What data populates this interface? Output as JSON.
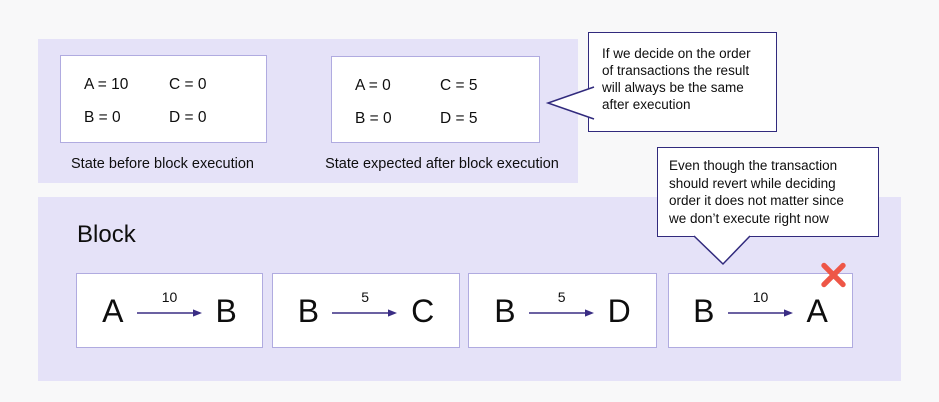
{
  "colors": {
    "page_background": "#f8f8f9",
    "panel_background": "#e5e2f8",
    "box_border": "#b0abe0",
    "callout_border": "#312a7d",
    "arrow": "#3a2d84",
    "reject_x": "#ee5647",
    "text": "#0e0e0e"
  },
  "top_panel": {
    "states": [
      {
        "caption": "State before block execution",
        "values": [
          "A = 10",
          "C = 0",
          "B = 0",
          "D = 0"
        ]
      },
      {
        "caption": "State expected after block execution",
        "values": [
          "A = 0",
          "C = 5",
          "B = 0",
          "D = 5"
        ]
      }
    ]
  },
  "callouts": [
    {
      "text": "If we decide on the order of transactions the result will always be the same after execution",
      "lines": [
        "If we decide on the order",
        "of transactions the result",
        "will always be the same",
        "after execution"
      ]
    },
    {
      "text": "Even though the transaction should revert while deciding order it does not matter since we don’t execute right now",
      "lines": [
        "Even though the transaction",
        "should revert while deciding",
        "order it does not matter since",
        "we don’t execute right now"
      ]
    }
  ],
  "block": {
    "title": "Block",
    "transactions": [
      {
        "from": "A",
        "amount": "10",
        "to": "B",
        "rejected": false
      },
      {
        "from": "B",
        "amount": "5",
        "to": "C",
        "rejected": false
      },
      {
        "from": "B",
        "amount": "5",
        "to": "D",
        "rejected": false
      },
      {
        "from": "B",
        "amount": "10",
        "to": "A",
        "rejected": true
      }
    ]
  }
}
